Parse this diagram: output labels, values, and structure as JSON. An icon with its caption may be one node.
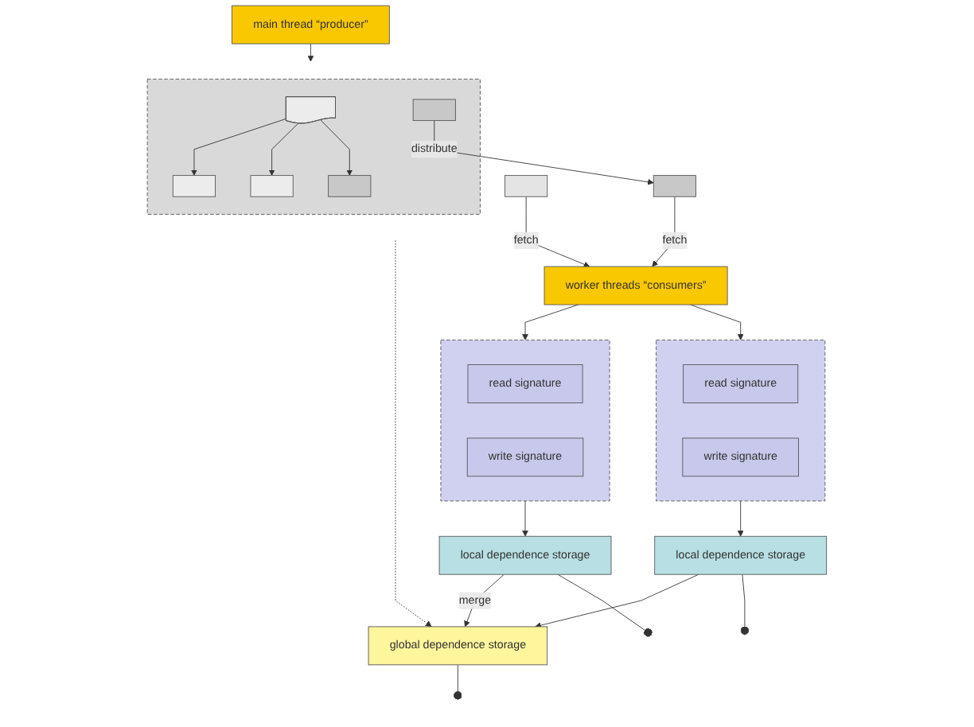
{
  "diagram": {
    "nodes": [
      {
        "text": [
          "main thread “producer”"
        ]
      },
      {
        "text": [],
        "shape": "box"
      },
      {
        "text": [],
        "shape": "document",
        "in": 1
      },
      {
        "text": [],
        "shape": "box",
        "in": 1
      },
      {
        "text": [],
        "shape": "box",
        "in": 1
      },
      {
        "text": [],
        "shape": "box",
        "in": 1
      },
      {
        "text": [],
        "shape": "box",
        "in": 1
      },
      {
        "text": [],
        "shape": "box"
      },
      {
        "text": [],
        "shape": "box"
      },
      {
        "text": [
          "worker threads “consumers”"
        ]
      },
      {
        "text": [],
        "shape": "box"
      },
      {
        "text": [
          "read signature"
        ],
        "in": 10
      },
      {
        "text": [
          "write signature"
        ],
        "in": 10
      },
      {
        "text": [],
        "shape": "box"
      },
      {
        "text": [
          "read signature"
        ],
        "in": 13
      },
      {
        "text": [
          "write signature"
        ],
        "in": 13
      },
      {
        "text": [
          "global dependence storage"
        ]
      },
      {
        "text": [
          "local dependence storage"
        ]
      },
      {
        "text": [
          "local dependence storage"
        ]
      }
    ],
    "edges": [
      {
        "from": 0,
        "to": 1,
        "arrow": "to"
      },
      {
        "from": 2,
        "to": 4,
        "arrow": "to"
      },
      {
        "from": 2,
        "to": 5,
        "arrow": "to"
      },
      {
        "from": 2,
        "to": 6,
        "arrow": "to"
      },
      {
        "from": 3,
        "to": 8,
        "arrow": "to",
        "label": "distribute"
      },
      {
        "from": 7,
        "to": 9,
        "arrow": "to",
        "label": "fetch"
      },
      {
        "from": 8,
        "to": 9,
        "arrow": "to",
        "label": "fetch"
      },
      {
        "from": 9,
        "to": 10,
        "arrow": "to"
      },
      {
        "from": 9,
        "to": 13,
        "arrow": "to"
      },
      {
        "from": 1,
        "to": 16,
        "arrow": "to",
        "style": "dashed"
      },
      {
        "from": 10,
        "to": 17,
        "arrow": "to"
      },
      {
        "from": 13,
        "to": 18,
        "arrow": "to"
      },
      {
        "from": 17,
        "to": 16,
        "arrow": "to",
        "label": "merge"
      },
      {
        "from": 18,
        "to": 16,
        "arrow": "to"
      },
      {
        "from": 16,
        "to": null,
        "arrow": "other"
      },
      {
        "from": 17,
        "to": null,
        "arrow": "other"
      },
      {
        "from": 18,
        "to": null,
        "arrow": "other"
      }
    ]
  }
}
